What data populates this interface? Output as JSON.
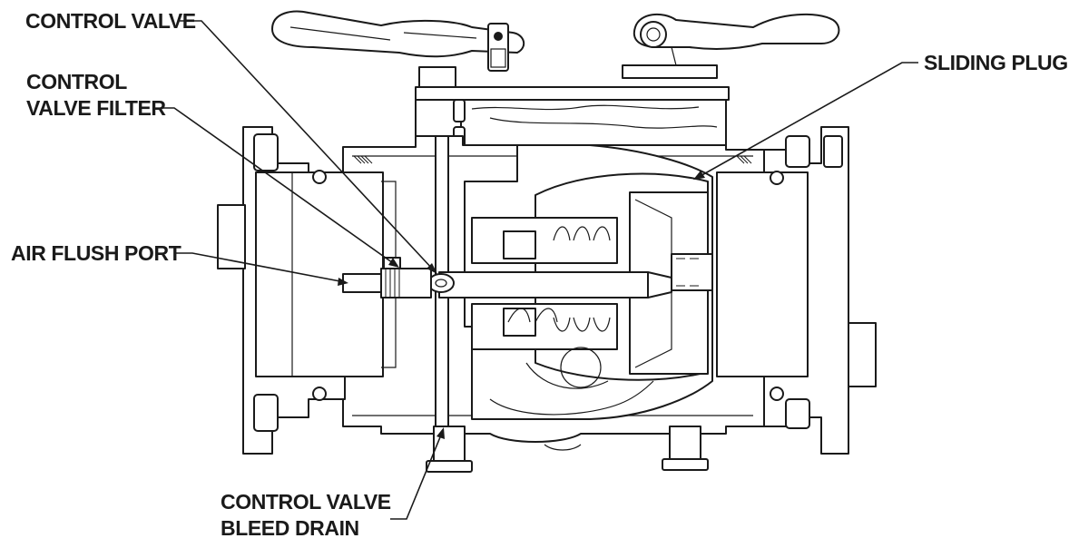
{
  "callouts": {
    "control_valve": "CONTROL VALVE",
    "control_valve_filter_line1": "CONTROL",
    "control_valve_filter_line2": "VALVE FILTER",
    "air_flush_port": "AIR FLUSH PORT",
    "sliding_plug": "SLIDING PLUG",
    "bleed_drain_line1": "CONTROL VALVE",
    "bleed_drain_line2": "BLEED DRAIN"
  },
  "icons": {
    "valve_drawing": "valve-cross-section-icon"
  }
}
